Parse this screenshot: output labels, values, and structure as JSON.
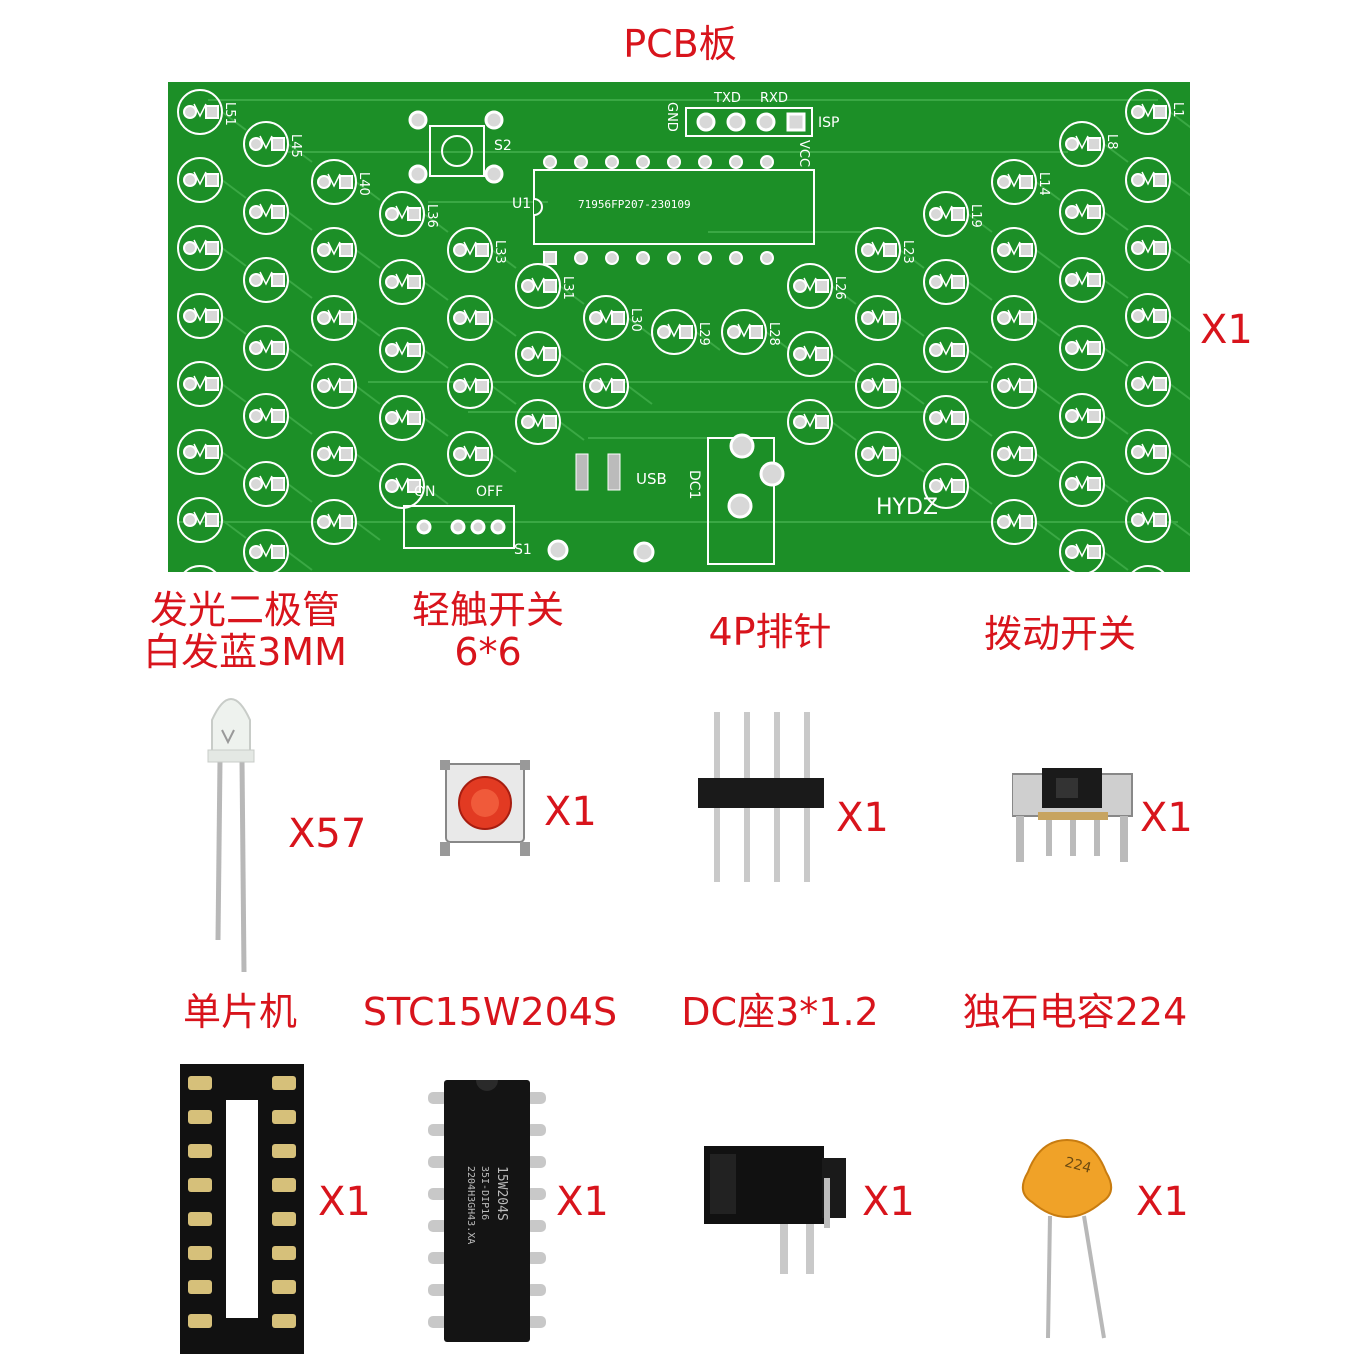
{
  "title": "PCB板",
  "pcb": {
    "brand": "HYDZ",
    "chip_label": "U1",
    "chip_marking": "71956FP207-230109",
    "button_label": "S2",
    "switch_label": "S1",
    "switch_on": "ON",
    "switch_off": "OFF",
    "usb_label": "USB",
    "dc_label": "DC1",
    "isp_label": "ISP",
    "txd": "TXD",
    "rxd": "RXD",
    "gnd": "GND",
    "vcc": "VCC",
    "quantity": "X1",
    "led_labels": [
      "L51",
      "L45",
      "L40",
      "L36",
      "L33",
      "L31",
      "L30",
      "L29",
      "L28",
      "L26",
      "L23",
      "L19",
      "L14",
      "L8",
      "L1"
    ],
    "board_color": "#1c8f27"
  },
  "components": [
    {
      "name_line1": "发光二极管",
      "name_line2": "白发蓝3MM",
      "quantity": "X57"
    },
    {
      "name_line1": "轻触开关",
      "name_line2": "6*6",
      "quantity": "X1"
    },
    {
      "name_line1": "4P排针",
      "quantity": "X1"
    },
    {
      "name_line1": "拨动开关",
      "quantity": "X1"
    },
    {
      "name_line1": "单片机",
      "quantity": "X1"
    },
    {
      "name_line1": "STC15W204S",
      "quantity": "X1",
      "chip_marking": [
        "15W204S",
        "35I-DIP16",
        "2204H3GH43.XA"
      ]
    },
    {
      "name_line1": "DC座3*1.2",
      "quantity": "X1"
    },
    {
      "name_line1": "独石电容224",
      "quantity": "X1",
      "cap_marking": "224"
    }
  ],
  "colors": {
    "label": "#d8141c",
    "pcb": "#1c8f27",
    "silk": "#ffffff"
  }
}
